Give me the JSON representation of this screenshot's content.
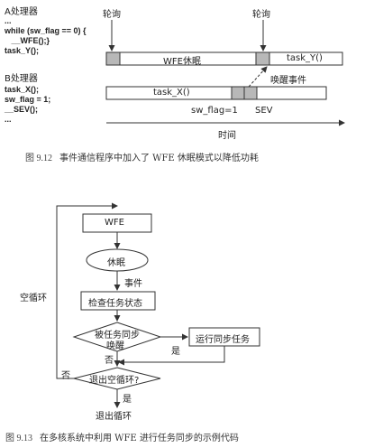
{
  "fig1": {
    "section_a": {
      "title": "A处理器",
      "lines": [
        "...",
        "while (sw_flag == 0) {",
        "   __WFE();}",
        "task_Y();"
      ]
    },
    "section_b": {
      "title": "B处理器",
      "lines": [
        "task_X();",
        "sw_flag = 1;",
        "__SEV();",
        "..."
      ]
    },
    "poll_label_left": "轮询",
    "poll_label_right": "轮询",
    "wfe_sleep_label": "WFE休眠",
    "task_y_label": "task_Y()",
    "wake_event_label": "唤醒事件",
    "task_x_label": "task_X()",
    "sw_flag_label": "sw_flag=1",
    "sev_label": "SEV",
    "time_label": "时间",
    "caption_num": "图 9.12",
    "caption_text": "事件通信程序中加入了 WFE 休眠模式以降低功耗"
  },
  "fig2": {
    "wfe": "WFE",
    "sleep": "休眠",
    "event": "事件",
    "check_task": "检查任务状态",
    "decision_line1": "被任务同步",
    "decision_line2": "唤醒",
    "run_sync": "运行同步任务",
    "yes_right": "是",
    "no_down": "否",
    "exit_decision": "退出空循环?",
    "yes_down": "是",
    "no_left": "否",
    "exit_loop": "退出循环",
    "idle_loop": "空循环",
    "caption_num": "图 9.13",
    "caption_text": "在多核系统中利用 WFE 进行任务同步的示例代码"
  },
  "colors": {
    "stroke": "#333333",
    "shade": "#b8b8b8",
    "text": "#222222"
  }
}
